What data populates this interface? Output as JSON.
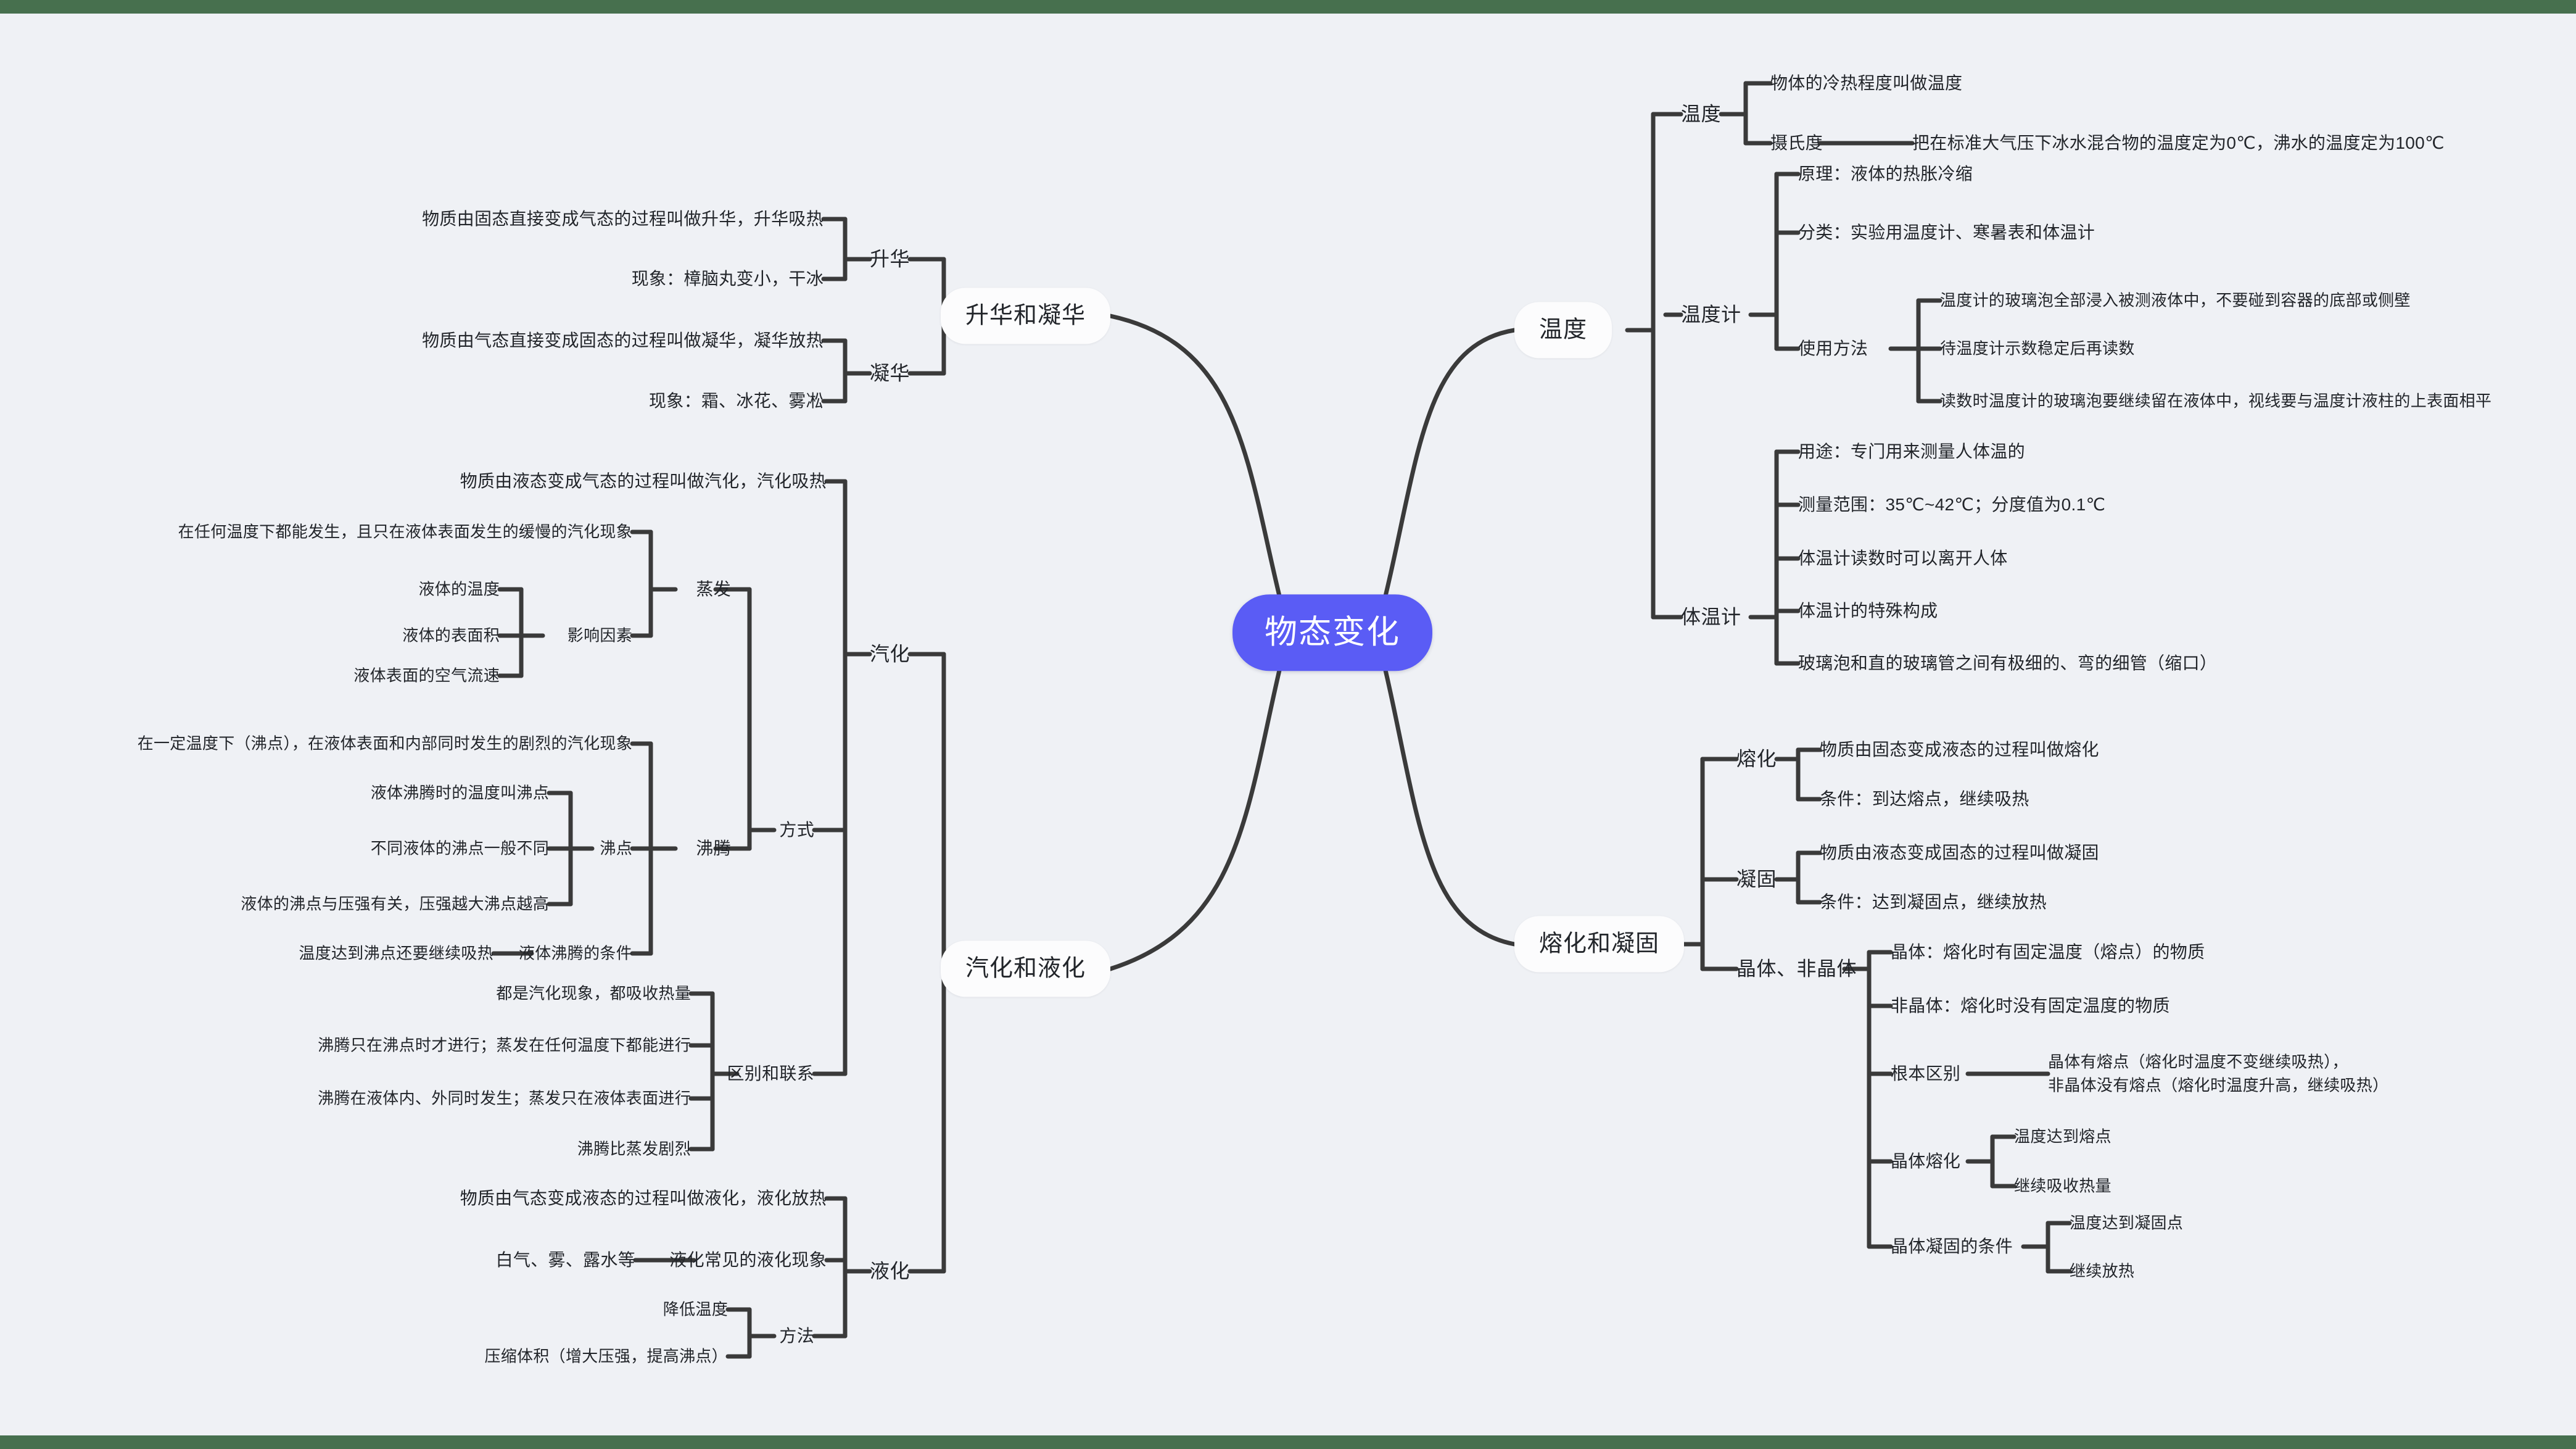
{
  "theme": {
    "background": "#eff1f5",
    "band_color": "#47704e",
    "root_fill": "#5a5cf5",
    "root_text": "#ffffff",
    "branch_fill": "#fcfcfd",
    "text_color": "#22252a",
    "line_color": "#3a3a3a"
  },
  "root": {
    "label": "物态变化"
  },
  "branches": [
    {
      "label": "温度",
      "side": "right",
      "children": [
        {
          "label": "温度",
          "children": [
            {
              "label": "物体的冷热程度叫做温度"
            },
            {
              "label": "摄氏度",
              "children": [
                {
                  "label": "把在标准大气压下冰水混合物的温度定为0℃，沸水的温度定为100℃"
                }
              ]
            }
          ]
        },
        {
          "label": "温度计",
          "children": [
            {
              "label": "原理：液体的热胀冷缩"
            },
            {
              "label": "分类：实验用温度计、寒暑表和体温计"
            },
            {
              "label": "使用方法",
              "children": [
                {
                  "label": "温度计的玻璃泡全部浸入被测液体中，不要碰到容器的底部或侧壁"
                },
                {
                  "label": "待温度计示数稳定后再读数"
                },
                {
                  "label": "读数时温度计的玻璃泡要继续留在液体中，视线要与温度计液柱的上表面相平"
                }
              ]
            }
          ]
        },
        {
          "label": "体温计",
          "children": [
            {
              "label": "用途：专门用来测量人体温的"
            },
            {
              "label": "测量范围：35℃~42℃；分度值为0.1℃"
            },
            {
              "label": "体温计读数时可以离开人体"
            },
            {
              "label": "体温计的特殊构成"
            },
            {
              "label": "玻璃泡和直的玻璃管之间有极细的、弯的细管（缩口）"
            }
          ]
        }
      ]
    },
    {
      "label": "熔化和凝固",
      "side": "right",
      "children": [
        {
          "label": "熔化",
          "children": [
            {
              "label": "物质由固态变成液态的过程叫做熔化"
            },
            {
              "label": "条件：到达熔点，继续吸热"
            }
          ]
        },
        {
          "label": "凝固",
          "children": [
            {
              "label": "物质由液态变成固态的过程叫做凝固"
            },
            {
              "label": "条件：达到凝固点，继续放热"
            }
          ]
        },
        {
          "label": "晶体、非晶体",
          "children": [
            {
              "label": "晶体：熔化时有固定温度（熔点）的物质"
            },
            {
              "label": "非晶体：熔化时没有固定温度的物质"
            },
            {
              "label": "根本区别",
              "children": [
                {
                  "label": "晶体有熔点（熔化时温度不变继续吸热），",
                  "label2": "非晶体没有熔点（熔化时温度升高，继续吸热）"
                }
              ]
            },
            {
              "label": "晶体熔化",
              "children": [
                {
                  "label": "温度达到熔点"
                },
                {
                  "label": "继续吸收热量"
                }
              ]
            },
            {
              "label": "晶体凝固的条件",
              "children": [
                {
                  "label": "温度达到凝固点"
                },
                {
                  "label": "继续放热"
                }
              ]
            }
          ]
        }
      ]
    },
    {
      "label": "升华和凝华",
      "side": "left",
      "children": [
        {
          "label": "升华",
          "children": [
            {
              "label": "物质由固态直接变成气态的过程叫做升华，升华吸热"
            },
            {
              "label": "现象：樟脑丸变小，干冰"
            }
          ]
        },
        {
          "label": "凝华",
          "children": [
            {
              "label": "物质由气态直接变成固态的过程叫做凝华，凝华放热"
            },
            {
              "label": "现象：霜、冰花、雾凇"
            }
          ]
        }
      ]
    },
    {
      "label": "汽化和液化",
      "side": "left",
      "children": [
        {
          "label": "汽化",
          "children": [
            {
              "label": "物质由液态变成气态的过程叫做汽化，汽化吸热"
            },
            {
              "label": "方式",
              "children": [
                {
                  "label": "蒸发",
                  "children": [
                    {
                      "label": "在任何温度下都能发生，且只在液体表面发生的缓慢的汽化现象"
                    },
                    {
                      "label": "影响因素",
                      "children": [
                        {
                          "label": "液体的温度"
                        },
                        {
                          "label": "液体的表面积"
                        },
                        {
                          "label": "液体表面的空气流速"
                        }
                      ]
                    }
                  ]
                },
                {
                  "label": "沸腾",
                  "children": [
                    {
                      "label": "在一定温度下（沸点），在液体表面和内部同时发生的剧烈的汽化现象"
                    },
                    {
                      "label": "沸点",
                      "children": [
                        {
                          "label": "液体沸腾时的温度叫沸点"
                        },
                        {
                          "label": "不同液体的沸点一般不同"
                        },
                        {
                          "label": "液体的沸点与压强有关，压强越大沸点越高"
                        }
                      ]
                    },
                    {
                      "label": "液体沸腾的条件",
                      "children": [
                        {
                          "label": "温度达到沸点还要继续吸热"
                        }
                      ]
                    }
                  ]
                }
              ]
            },
            {
              "label": "区别和联系",
              "children": [
                {
                  "label": "都是汽化现象，都吸收热量"
                },
                {
                  "label": "沸腾只在沸点时才进行；蒸发在任何温度下都能进行"
                },
                {
                  "label": "沸腾在液体内、外同时发生；蒸发只在液体表面进行"
                },
                {
                  "label": "沸腾比蒸发剧烈"
                }
              ]
            }
          ]
        },
        {
          "label": "液化",
          "children": [
            {
              "label": "物质由气态变成液态的过程叫做液化，液化放热"
            },
            {
              "label": "液化常见的液化现象",
              "children": [
                {
                  "label": "白气、雾、露水等"
                }
              ]
            },
            {
              "label": "方法",
              "children": [
                {
                  "label": "降低温度"
                },
                {
                  "label": "压缩体积（增大压强，提高沸点）"
                }
              ]
            }
          ]
        }
      ]
    }
  ]
}
